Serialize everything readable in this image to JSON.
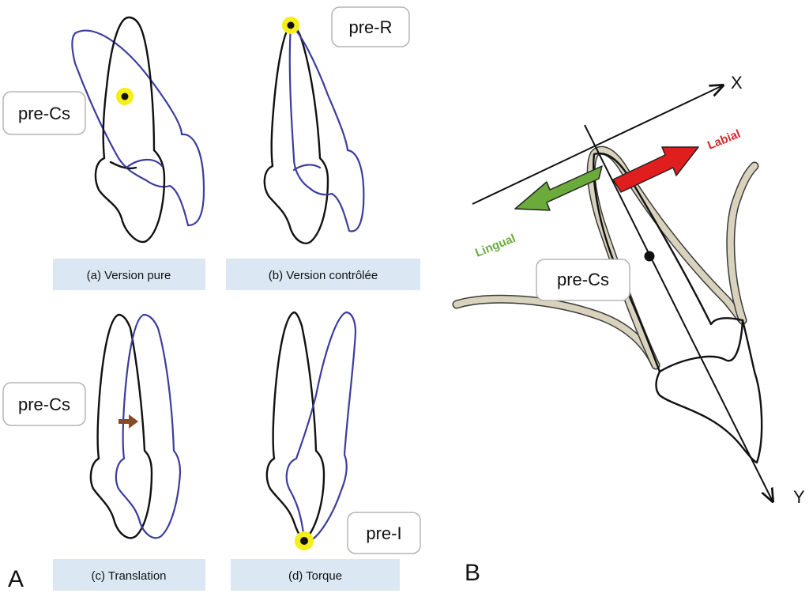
{
  "panel_a": {
    "letter": "A",
    "subpanels": [
      {
        "caption": "(a) Version pure",
        "label": "pre-Cs"
      },
      {
        "caption": "(b) Version contrôlée",
        "label": "pre-R"
      },
      {
        "caption": "(c) Translation",
        "label": "pre-Cs"
      },
      {
        "caption": "(d) Torque",
        "label": "pre-I"
      }
    ]
  },
  "panel_b": {
    "letter": "B",
    "label": "pre-Cs",
    "axis_x": "X",
    "axis_y": "Y",
    "arrow_labial": "Labial",
    "arrow_lingual": "Lingual"
  },
  "colors": {
    "original_outline": "#111111",
    "displaced_outline": "#3c3c9e",
    "highlight": "#f5ee1a",
    "labial_arrow": "#e01e1e",
    "lingual_arrow": "#6aab3c",
    "translation_arrow": "#8a4a2a",
    "caption_bg": "#dbe8f4"
  }
}
